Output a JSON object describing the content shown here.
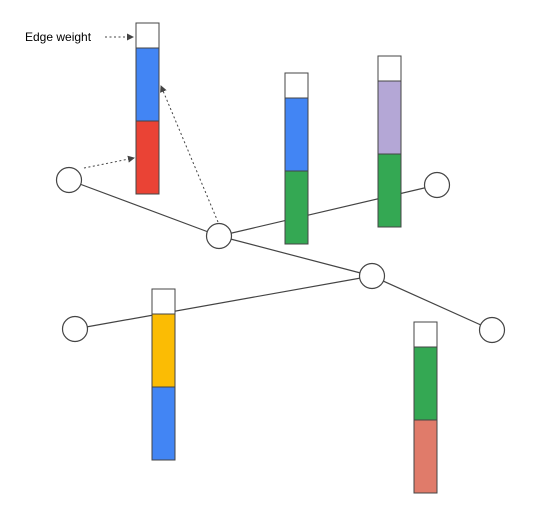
{
  "annotation": {
    "label": "Edge weight"
  },
  "colors": {
    "node_fill": "#ffffff",
    "node_stroke": "#444444",
    "edge_stroke": "#444444",
    "cell_stroke": "#444444",
    "weight_cell": "#ffffff",
    "blue": "#4285f4",
    "red": "#ea4335",
    "green": "#34a853",
    "yellow": "#fbbc04",
    "lavender": "#b4a7d6",
    "salmon": "#e07b6a"
  },
  "nodes": [
    {
      "id": "n1"
    },
    {
      "id": "n2"
    },
    {
      "id": "n3"
    },
    {
      "id": "n4"
    },
    {
      "id": "n5"
    },
    {
      "id": "n6"
    }
  ],
  "edges": [
    {
      "from": "n1",
      "to": "n2"
    },
    {
      "from": "n2",
      "to": "n3"
    },
    {
      "from": "n2",
      "to": "n4"
    },
    {
      "from": "n4",
      "to": "n5"
    },
    {
      "from": "n4",
      "to": "n6"
    }
  ],
  "feature_columns": [
    {
      "id": "col1",
      "segments": [
        "weight_cell",
        "blue",
        "red"
      ]
    },
    {
      "id": "col2",
      "segments": [
        "weight_cell",
        "blue",
        "green"
      ]
    },
    {
      "id": "col3",
      "segments": [
        "weight_cell",
        "lavender",
        "green"
      ]
    },
    {
      "id": "col4",
      "segments": [
        "weight_cell",
        "yellow",
        "blue"
      ]
    },
    {
      "id": "col5",
      "segments": [
        "weight_cell",
        "green",
        "salmon"
      ]
    }
  ]
}
